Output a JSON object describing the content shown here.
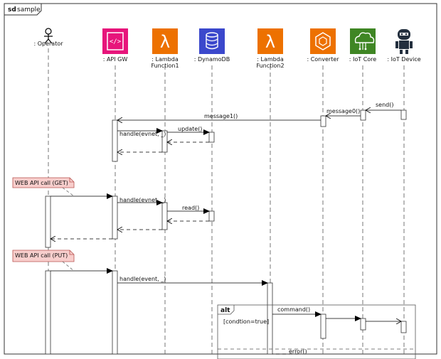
{
  "frame": {
    "keyword": "sd",
    "name": "sample"
  },
  "participants": [
    {
      "id": "operator",
      "label": ": Operator",
      "label2": "",
      "icon": "actor-icon",
      "color": "#000000"
    },
    {
      "id": "apigw",
      "label": ": API GW",
      "label2": "",
      "icon": "api-gateway-icon",
      "color": "#e7157b"
    },
    {
      "id": "lambda1",
      "label": ": Lambda",
      "label2": "Function1",
      "icon": "lambda-icon",
      "color": "#ed7100"
    },
    {
      "id": "dynamodb",
      "label": ": DynamoDB",
      "label2": "",
      "icon": "dynamodb-icon",
      "color": "#3b48cc"
    },
    {
      "id": "lambda2",
      "label": ": Lambda",
      "label2": "Function2",
      "icon": "lambda-icon",
      "color": "#ed7100"
    },
    {
      "id": "converter",
      "label": ": Converter",
      "label2": "",
      "icon": "converter-icon",
      "color": "#ed7100"
    },
    {
      "id": "iotcore",
      "label": ": IoT Core",
      "label2": "",
      "icon": "iot-core-icon",
      "color": "#3f8624"
    },
    {
      "id": "iotdevice",
      "label": ": IoT Device",
      "label2": "",
      "icon": "robot-icon",
      "color": "#232f3e"
    }
  ],
  "notes": [
    {
      "text": "WEB API call (GET)"
    },
    {
      "text": "WEB API call (PUT)"
    }
  ],
  "messages": {
    "send": "send()",
    "message0": "message0()",
    "message1": "message1()",
    "handle1": "handle(evnet, _)",
    "update": "update()",
    "handle2": "handle(evnet, _)",
    "read": "read()",
    "handle3": "handle(event, _)",
    "command": "command()",
    "error": "error()"
  },
  "alt_fragment": {
    "keyword": "alt",
    "guard": "[condtion=true]"
  }
}
